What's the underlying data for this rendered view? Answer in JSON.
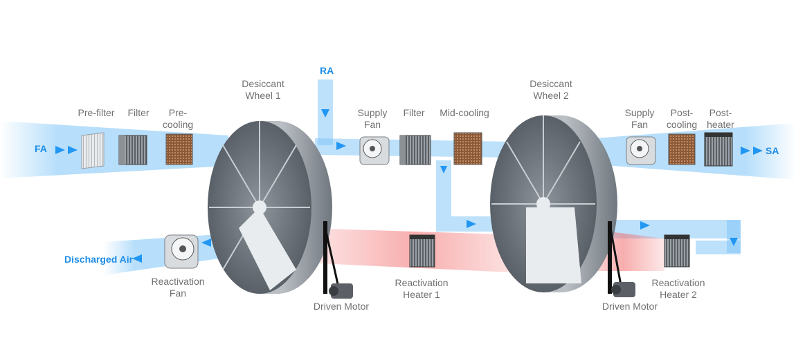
{
  "colors": {
    "process_air": "#7cc4f7",
    "reactivation_air": "#f26b6b",
    "label": "#707070",
    "flow_label": "#1f8ee8",
    "wheel_rim": "#9aa0a6",
    "wheel_face": "#5f666d"
  },
  "flow_labels": {
    "fa": "FA",
    "ra": "RA",
    "sa": "SA",
    "discharged_air": "Discharged Air"
  },
  "components": {
    "pre_filter": [
      "Pre-filter"
    ],
    "filter_1": [
      "Filter"
    ],
    "pre_cooling": [
      "Pre-",
      "cooling"
    ],
    "desiccant_wheel_1": [
      "Desiccant",
      "Wheel 1"
    ],
    "supply_fan_1": [
      "Supply",
      "Fan"
    ],
    "filter_2": [
      "Filter"
    ],
    "mid_cooling": [
      "Mid-cooling"
    ],
    "desiccant_wheel_2": [
      "Desiccant",
      "Wheel 2"
    ],
    "supply_fan_2": [
      "Supply",
      "Fan"
    ],
    "post_cooling": [
      "Post-",
      "cooling"
    ],
    "post_heater": [
      "Post-",
      "heater"
    ],
    "reactivation_fan": [
      "Reactivation",
      "Fan"
    ],
    "driven_motor_1": [
      "Driven Motor"
    ],
    "reactivation_heater_1": [
      "Reactivation",
      "Heater 1"
    ],
    "driven_motor_2": [
      "Driven Motor"
    ],
    "reactivation_heater_2": [
      "Reactivation",
      "Heater 2"
    ]
  }
}
